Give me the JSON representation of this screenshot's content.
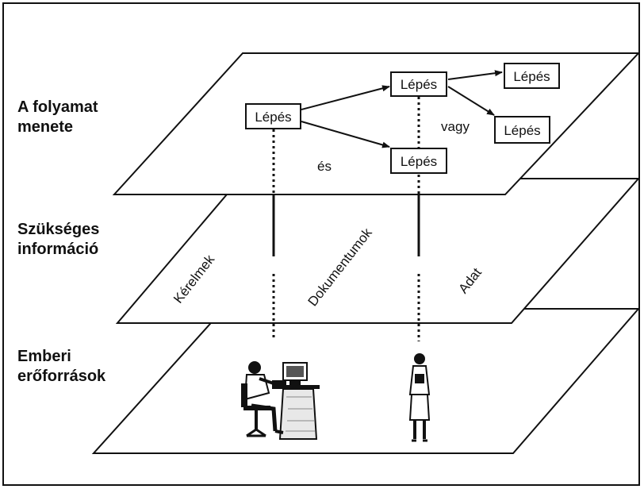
{
  "layers": [
    {
      "label_line1": "A folyamat",
      "label_line2": "menete"
    },
    {
      "label_line1": "Szükséges",
      "label_line2": "információ"
    },
    {
      "label_line1": "Emberi",
      "label_line2": "erőforrások"
    }
  ],
  "steps": {
    "start": "Lépés",
    "upper": "Lépés",
    "lower": "Lépés",
    "far_right_upper": "Lépés",
    "far_right_lower": "Lépés"
  },
  "connectors": {
    "and": "és",
    "or": "vagy"
  },
  "information": {
    "requests": "Kérelmek",
    "documents": "Dokumentumok",
    "data": "Adat"
  },
  "people": {
    "workstation_icon": "person-at-computer-icon",
    "standing_icon": "standing-person-icon"
  }
}
